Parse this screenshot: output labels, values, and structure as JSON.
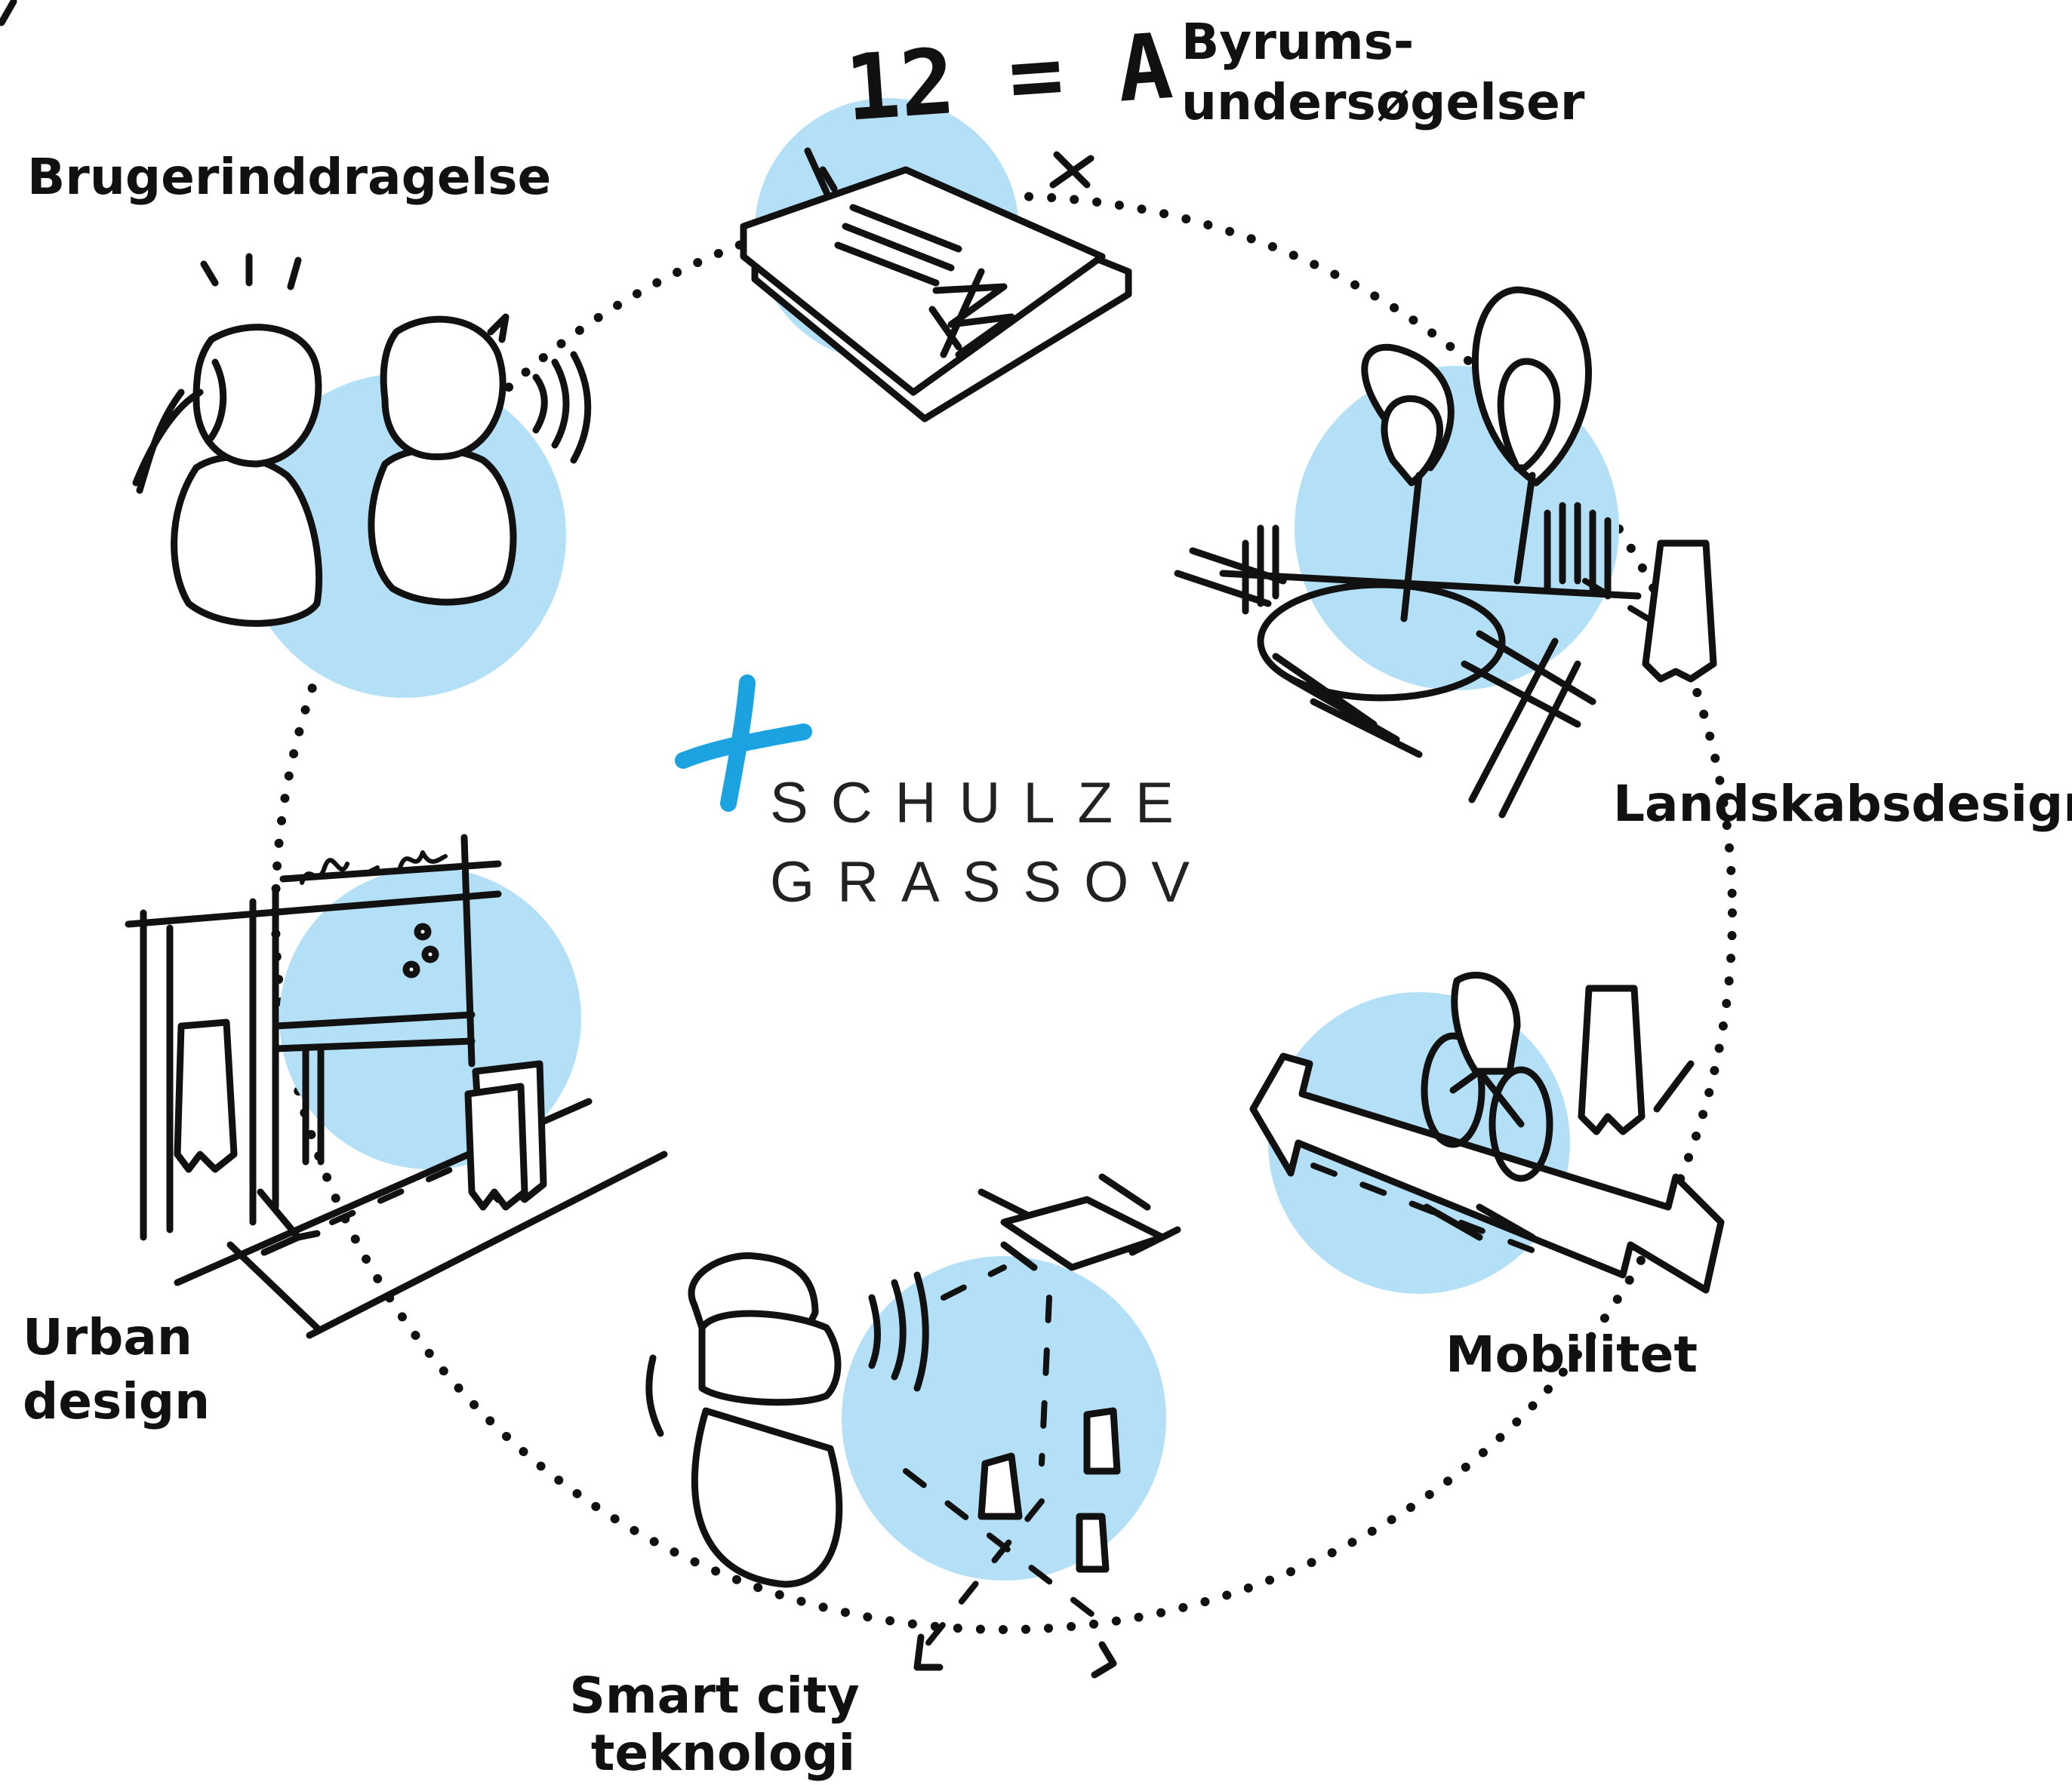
{
  "brand": {
    "line1": "SCHULZE",
    "line2": "GRASSOV",
    "accent_color": "#1aa3e0"
  },
  "colors": {
    "blob": "#b3e0f7",
    "ink": "#111111"
  },
  "nodes": [
    {
      "id": "byrum",
      "lines": [
        "Byrums-",
        "undersøgelser"
      ],
      "icon": "survey-clipboard-icon",
      "sketch_text": "12 = A"
    },
    {
      "id": "landskab",
      "lines": [
        "Landskabsdesign"
      ],
      "icon": "landscape-trees-icon"
    },
    {
      "id": "mobilitet",
      "lines": [
        "Mobilitet"
      ],
      "icon": "mobility-arrows-icon"
    },
    {
      "id": "smartcity",
      "lines": [
        "Smart city",
        "teknologi"
      ],
      "icon": "drone-vr-icon"
    },
    {
      "id": "urban",
      "lines": [
        "Urban",
        "design"
      ],
      "icon": "street-facade-icon"
    },
    {
      "id": "bruger",
      "lines": [
        "Brugerinddragelse"
      ],
      "icon": "people-talking-icon"
    }
  ]
}
